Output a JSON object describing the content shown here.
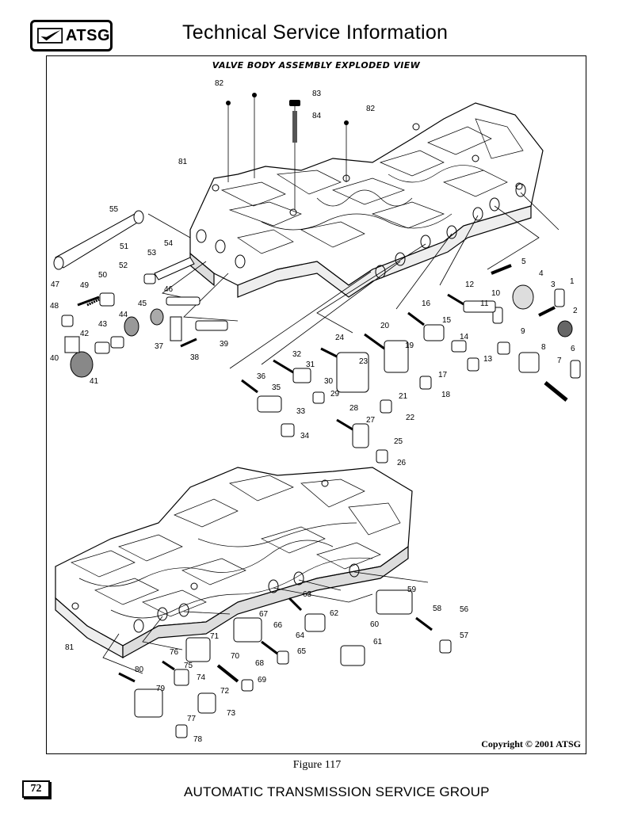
{
  "header": {
    "logo_text": "ATSG",
    "title": "Technical Service Information"
  },
  "diagram": {
    "title": "VALVE BODY ASSEMBLY EXPLODED VIEW",
    "copyright": "Copyright © 2001 ATSG",
    "part_numbers": [
      "1",
      "2",
      "3",
      "4",
      "5",
      "6",
      "7",
      "8",
      "9",
      "10",
      "11",
      "12",
      "13",
      "14",
      "15",
      "16",
      "17",
      "18",
      "19",
      "20",
      "21",
      "22",
      "23",
      "24",
      "25",
      "26",
      "27",
      "28",
      "29",
      "30",
      "31",
      "32",
      "33",
      "34",
      "35",
      "36",
      "37",
      "38",
      "39",
      "40",
      "41",
      "42",
      "43",
      "44",
      "45",
      "46",
      "47",
      "48",
      "49",
      "50",
      "51",
      "52",
      "53",
      "54",
      "55",
      "56",
      "57",
      "58",
      "59",
      "60",
      "61",
      "62",
      "63",
      "64",
      "65",
      "66",
      "67",
      "68",
      "69",
      "70",
      "71",
      "72",
      "73",
      "74",
      "75",
      "76",
      "77",
      "78",
      "79",
      "80",
      "81",
      "81",
      "82",
      "82",
      "83",
      "84"
    ]
  },
  "footer": {
    "figure_caption": "Figure 117",
    "page_number": "72",
    "company": "AUTOMATIC TRANSMISSION SERVICE GROUP"
  }
}
